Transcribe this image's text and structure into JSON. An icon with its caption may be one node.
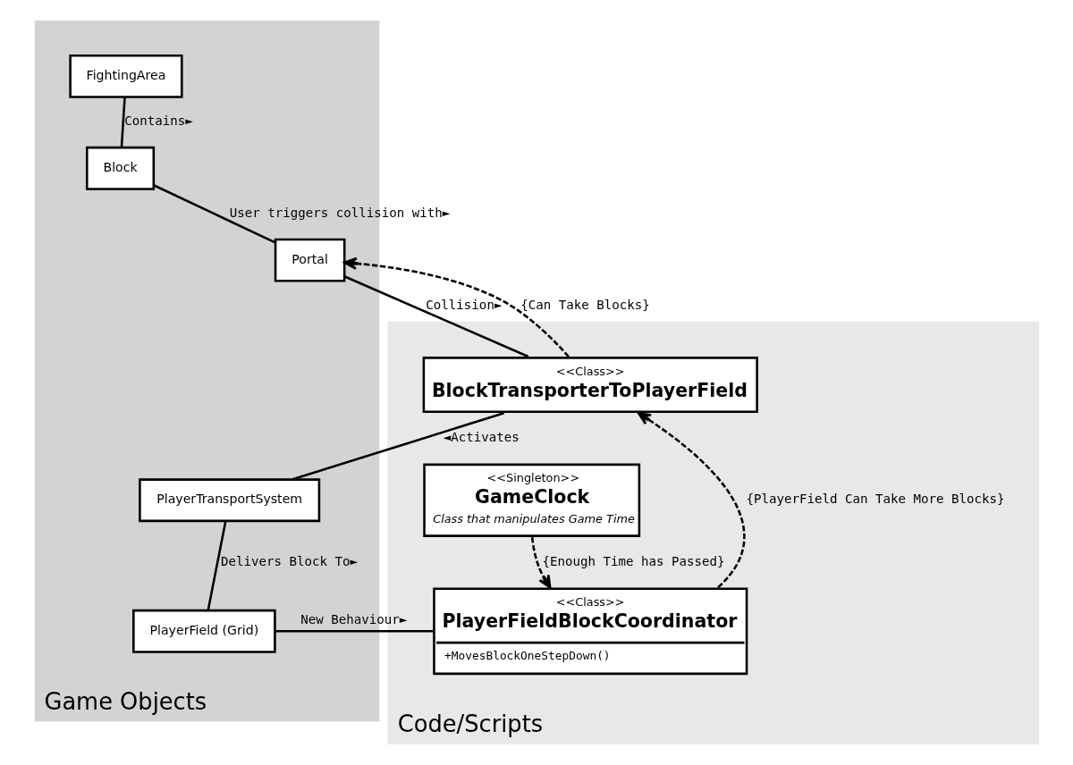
{
  "diagram": {
    "nodes": [
      {
        "text": [
          "Game Objects"
        ]
      },
      {
        "text": [
          "Code/Scripts"
        ]
      },
      {
        "text": [
          "FightingArea"
        ],
        "in": 0
      },
      {
        "text": [
          "Block"
        ],
        "in": 0
      },
      {
        "text": [
          "Portal"
        ],
        "in": 0
      },
      {
        "text": [
          "PlayerTransportSystem"
        ],
        "in": 0
      },
      {
        "text": [
          "PlayerField (Grid)"
        ],
        "in": 0
      },
      {
        "text": [
          "<<Class>>",
          "BlockTransporterToPlayerField"
        ],
        "in": 1
      },
      {
        "text": [
          "<<Class>>",
          "PlayerFieldBlockCoordinator",
          "+MovesBlockOneStepDown()"
        ],
        "in": 1
      },
      {
        "text": [
          "<<Singleton>>",
          "GameClock",
          "Class that manipulates Game Time"
        ],
        "in": 1
      }
    ],
    "edges": [
      {
        "from": 2,
        "to": 3,
        "arrow": "none",
        "label": "Contains►"
      },
      {
        "from": 3,
        "to": 4,
        "arrow": "none",
        "label": "User triggers collision with►"
      },
      {
        "from": 7,
        "to": 4,
        "arrow": "to",
        "label": "{Can Take Blocks}",
        "style": "dashed"
      },
      {
        "from": 4,
        "to": 7,
        "arrow": "none",
        "label": "Collision►"
      },
      {
        "from": 7,
        "to": 5,
        "arrow": "none",
        "label": "◄Activates"
      },
      {
        "from": 5,
        "to": 6,
        "arrow": "none",
        "label": "Delivers Block To►"
      },
      {
        "from": 6,
        "to": 8,
        "arrow": "none",
        "label": "New Behaviour►"
      },
      {
        "from": 8,
        "to": 7,
        "arrow": "to",
        "label": "{PlayerField Can Take More Blocks}",
        "style": "dashed"
      },
      {
        "from": 9,
        "to": 8,
        "arrow": "to",
        "label": "{Enough Time has Passed}",
        "style": "dashed"
      }
    ]
  }
}
